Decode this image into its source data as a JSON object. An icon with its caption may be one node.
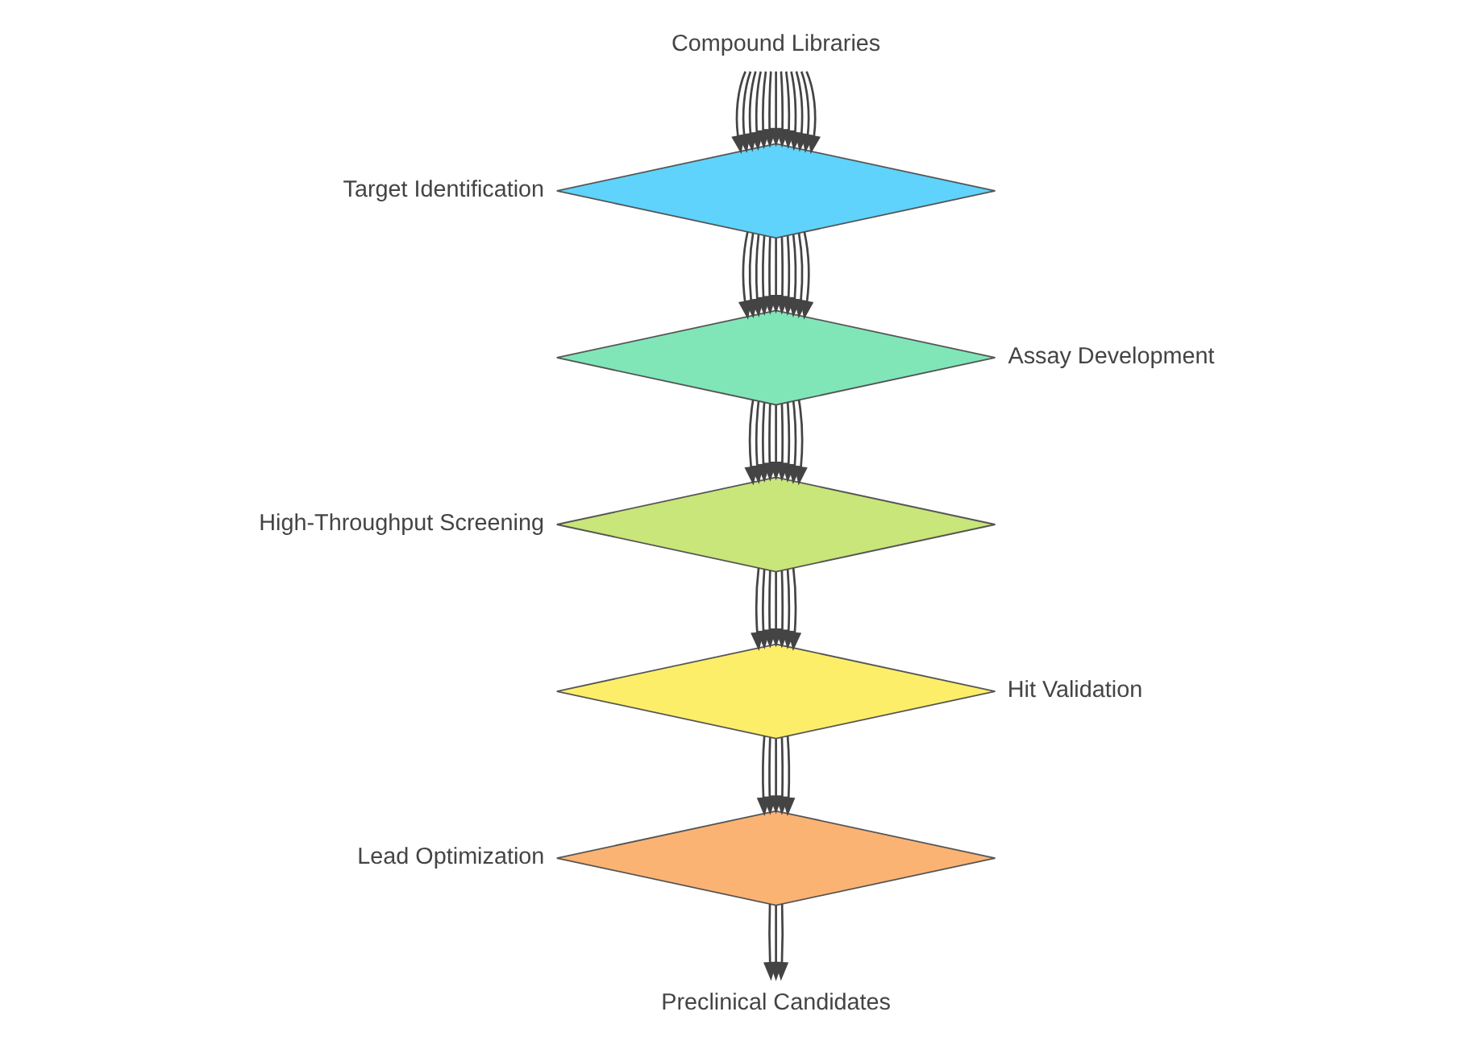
{
  "diagram": {
    "nodes": [
      {
        "text": [
          "Compound Libraries"
        ]
      },
      {
        "text": [],
        "shape": "diamond",
        "beside": [
          "Target Identification"
        ]
      },
      {
        "text": [],
        "shape": "diamond",
        "beside": [
          "Assay Development"
        ]
      },
      {
        "text": [],
        "shape": "diamond",
        "beside": [
          "High-Throughput Screening"
        ]
      },
      {
        "text": [],
        "shape": "diamond",
        "beside": [
          "Hit Validation"
        ]
      },
      {
        "text": [],
        "shape": "diamond",
        "beside": [
          "Lead Optimization"
        ]
      },
      {
        "text": [
          "Preclinical Candidates"
        ]
      }
    ],
    "edges": [
      {
        "from": 0,
        "to": 1,
        "arrow": "to"
      },
      {
        "from": 0,
        "to": 1,
        "arrow": "to"
      },
      {
        "from": 0,
        "to": 1,
        "arrow": "to"
      },
      {
        "from": 0,
        "to": 1,
        "arrow": "to"
      },
      {
        "from": 0,
        "to": 1,
        "arrow": "to"
      },
      {
        "from": 0,
        "to": 1,
        "arrow": "to"
      },
      {
        "from": 0,
        "to": 1,
        "arrow": "to"
      },
      {
        "from": 0,
        "to": 1,
        "arrow": "to"
      },
      {
        "from": 0,
        "to": 1,
        "arrow": "to"
      },
      {
        "from": 0,
        "to": 1,
        "arrow": "to"
      },
      {
        "from": 0,
        "to": 1,
        "arrow": "to"
      },
      {
        "from": 0,
        "to": 1,
        "arrow": "to"
      },
      {
        "from": 0,
        "to": 1,
        "arrow": "to"
      },
      {
        "from": 1,
        "to": 2,
        "arrow": "to"
      },
      {
        "from": 1,
        "to": 2,
        "arrow": "to"
      },
      {
        "from": 1,
        "to": 2,
        "arrow": "to"
      },
      {
        "from": 1,
        "to": 2,
        "arrow": "to"
      },
      {
        "from": 1,
        "to": 2,
        "arrow": "to"
      },
      {
        "from": 1,
        "to": 2,
        "arrow": "to"
      },
      {
        "from": 1,
        "to": 2,
        "arrow": "to"
      },
      {
        "from": 1,
        "to": 2,
        "arrow": "to"
      },
      {
        "from": 1,
        "to": 2,
        "arrow": "to"
      },
      {
        "from": 1,
        "to": 2,
        "arrow": "to"
      },
      {
        "from": 1,
        "to": 2,
        "arrow": "to"
      },
      {
        "from": 2,
        "to": 3,
        "arrow": "to"
      },
      {
        "from": 2,
        "to": 3,
        "arrow": "to"
      },
      {
        "from": 2,
        "to": 3,
        "arrow": "to"
      },
      {
        "from": 2,
        "to": 3,
        "arrow": "to"
      },
      {
        "from": 2,
        "to": 3,
        "arrow": "to"
      },
      {
        "from": 2,
        "to": 3,
        "arrow": "to"
      },
      {
        "from": 2,
        "to": 3,
        "arrow": "to"
      },
      {
        "from": 2,
        "to": 3,
        "arrow": "to"
      },
      {
        "from": 2,
        "to": 3,
        "arrow": "to"
      },
      {
        "from": 3,
        "to": 4,
        "arrow": "to"
      },
      {
        "from": 3,
        "to": 4,
        "arrow": "to"
      },
      {
        "from": 3,
        "to": 4,
        "arrow": "to"
      },
      {
        "from": 3,
        "to": 4,
        "arrow": "to"
      },
      {
        "from": 3,
        "to": 4,
        "arrow": "to"
      },
      {
        "from": 3,
        "to": 4,
        "arrow": "to"
      },
      {
        "from": 3,
        "to": 4,
        "arrow": "to"
      },
      {
        "from": 4,
        "to": 5,
        "arrow": "to"
      },
      {
        "from": 4,
        "to": 5,
        "arrow": "to"
      },
      {
        "from": 4,
        "to": 5,
        "arrow": "to"
      },
      {
        "from": 4,
        "to": 5,
        "arrow": "to"
      },
      {
        "from": 4,
        "to": 5,
        "arrow": "to"
      },
      {
        "from": 5,
        "to": 6,
        "arrow": "to"
      },
      {
        "from": 5,
        "to": 6,
        "arrow": "to"
      },
      {
        "from": 5,
        "to": 6,
        "arrow": "to"
      }
    ]
  }
}
